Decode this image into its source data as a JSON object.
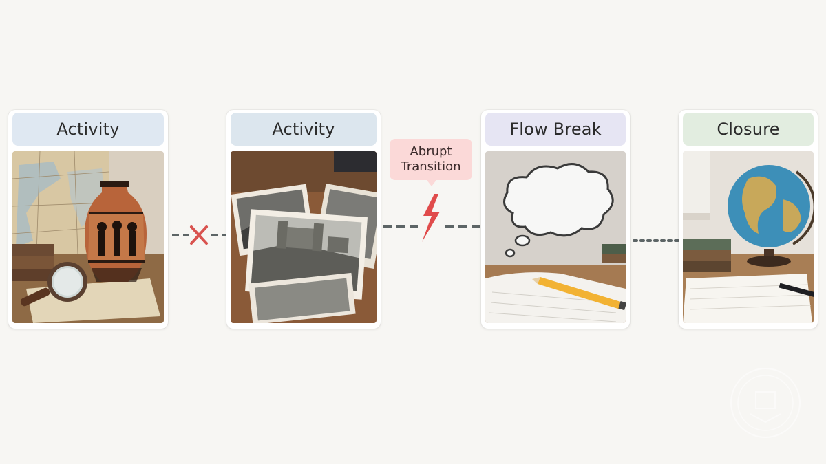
{
  "cards": [
    {
      "title": "Activity",
      "header_color": "#dfe8f2",
      "scene": "greek-vase-map-magnifier"
    },
    {
      "title": "Activity",
      "header_color": "#dce6ee",
      "scene": "old-castle-photographs"
    },
    {
      "title": "Flow Break",
      "header_color": "#e6e5f3",
      "scene": "thought-cloud-notebook-pencil"
    },
    {
      "title": "Closure",
      "header_color": "#e2ede0",
      "scene": "globe-notebook"
    }
  ],
  "connectors": [
    {
      "from": "card-1",
      "to": "card-2",
      "style": "dashed",
      "marker": "x-mark-icon",
      "marker_color": "#d9534f"
    },
    {
      "from": "card-2",
      "to": "card-3",
      "style": "dashed",
      "marker": "lightning-icon",
      "marker_color": "#e04b4b"
    },
    {
      "from": "card-3",
      "to": "card-4",
      "style": "dotted",
      "marker": "",
      "marker_color": ""
    }
  ],
  "callout": {
    "line1": "Abrupt",
    "line2": "Transition",
    "color": "#fbd9d8"
  }
}
